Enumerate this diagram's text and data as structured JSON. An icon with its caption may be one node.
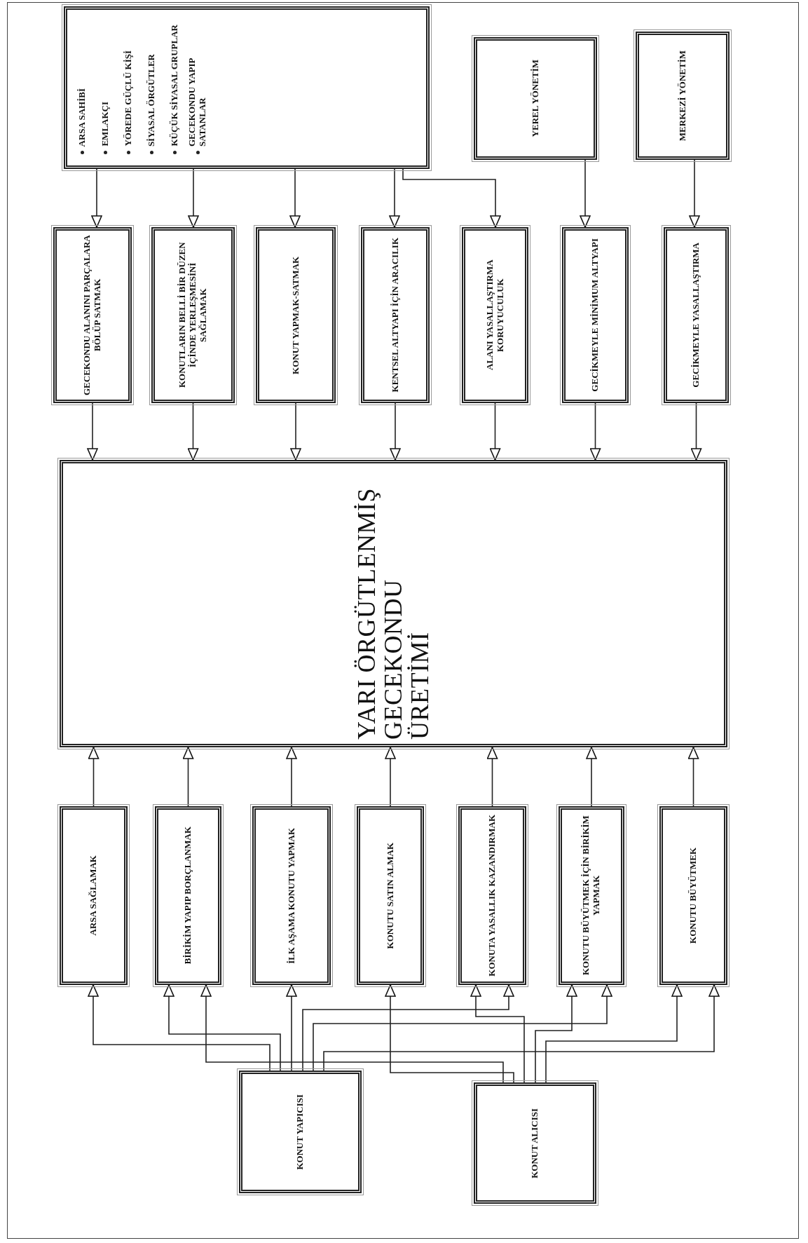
{
  "diagram": {
    "nodes": [
      {
        "text": [
          "ARSA SAHİBİ",
          "EMLAKÇI",
          "YÖREDE GÜÇLÜ KİŞİ",
          "SİYASAL ÖRGÜTLER",
          "KÜÇÜK SİYASAL GRUPLAR",
          "GECEKONDU YAPIP SATANLAR"
        ]
      },
      {
        "text": [
          "YEREL YÖNETİM"
        ]
      },
      {
        "text": [
          "MERKEZİ YÖNETİM"
        ]
      },
      {
        "text": [
          "GECEKONDU ALANINI PARÇALARA BÖLÜP SATMAK"
        ]
      },
      {
        "text": [
          "KONUTLARIN BELLİ BİR DÜZEN İÇİNDE YERLEŞMESİNİ SAĞLAMAK"
        ]
      },
      {
        "text": [
          "KONUT YAPMAK-SATMAK"
        ]
      },
      {
        "text": [
          "KENTSEL ALTYAPI İÇİN ARACILIK"
        ]
      },
      {
        "text": [
          "ALANI YASALLAŞTIRMA KORUYUCULUK"
        ]
      },
      {
        "text": [
          "GECİKMEYLE MİNİMUM ALTYAPI"
        ]
      },
      {
        "text": [
          "GECİKMEYLE YASALLAŞTIRMA"
        ]
      },
      {
        "text": [
          "YARI ÖRGÜTLENMİŞ GECEKONDU ÜRETİMİ"
        ]
      },
      {
        "text": [
          "ARSA SAĞLAMAK"
        ]
      },
      {
        "text": [
          "BİRİKİM YAPIP BORÇLANMAK"
        ]
      },
      {
        "text": [
          "İLK AŞAMA KONUTU YAPMAK"
        ]
      },
      {
        "text": [
          "KONUTU SATIN ALMAK"
        ]
      },
      {
        "text": [
          "KONUTA YASALLIK KAZANDIRMAK"
        ]
      },
      {
        "text": [
          "KONUTU BÜYÜTMEK İÇİN BİRİKİM YAPMAK"
        ]
      },
      {
        "text": [
          "KONUTU BÜYÜTMEK"
        ]
      },
      {
        "text": [
          "KONUT YAPICISI"
        ]
      },
      {
        "text": [
          "KONUT ALICISI"
        ]
      }
    ],
    "edges": [
      {
        "from": 0,
        "to": 3,
        "arrow": "to"
      },
      {
        "from": 0,
        "to": 4,
        "arrow": "to"
      },
      {
        "from": 0,
        "to": 5,
        "arrow": "to"
      },
      {
        "from": 0,
        "to": 6,
        "arrow": "to"
      },
      {
        "from": 0,
        "to": 7,
        "arrow": "to"
      },
      {
        "from": 1,
        "to": 8,
        "arrow": "to"
      },
      {
        "from": 2,
        "to": 9,
        "arrow": "to"
      },
      {
        "from": 3,
        "to": 10,
        "arrow": "to"
      },
      {
        "from": 4,
        "to": 10,
        "arrow": "to"
      },
      {
        "from": 5,
        "to": 10,
        "arrow": "to"
      },
      {
        "from": 6,
        "to": 10,
        "arrow": "to"
      },
      {
        "from": 7,
        "to": 10,
        "arrow": "to"
      },
      {
        "from": 8,
        "to": 10,
        "arrow": "to"
      },
      {
        "from": 9,
        "to": 10,
        "arrow": "to"
      },
      {
        "from": 11,
        "to": 10,
        "arrow": "to"
      },
      {
        "from": 12,
        "to": 10,
        "arrow": "to"
      },
      {
        "from": 13,
        "to": 10,
        "arrow": "to"
      },
      {
        "from": 14,
        "to": 10,
        "arrow": "to"
      },
      {
        "from": 15,
        "to": 10,
        "arrow": "to"
      },
      {
        "from": 16,
        "to": 10,
        "arrow": "to"
      },
      {
        "from": 17,
        "to": 10,
        "arrow": "to"
      },
      {
        "from": 18,
        "to": 11,
        "arrow": "to"
      },
      {
        "from": 18,
        "to": 12,
        "arrow": "to"
      },
      {
        "from": 18,
        "to": 13,
        "arrow": "to"
      },
      {
        "from": 18,
        "to": 15,
        "arrow": "to"
      },
      {
        "from": 18,
        "to": 16,
        "arrow": "to"
      },
      {
        "from": 18,
        "to": 17,
        "arrow": "to"
      },
      {
        "from": 19,
        "to": 12,
        "arrow": "to"
      },
      {
        "from": 19,
        "to": 14,
        "arrow": "to"
      },
      {
        "from": 19,
        "to": 15,
        "arrow": "to"
      },
      {
        "from": 19,
        "to": 16,
        "arrow": "to"
      },
      {
        "from": 19,
        "to": 17,
        "arrow": "to"
      }
    ]
  }
}
